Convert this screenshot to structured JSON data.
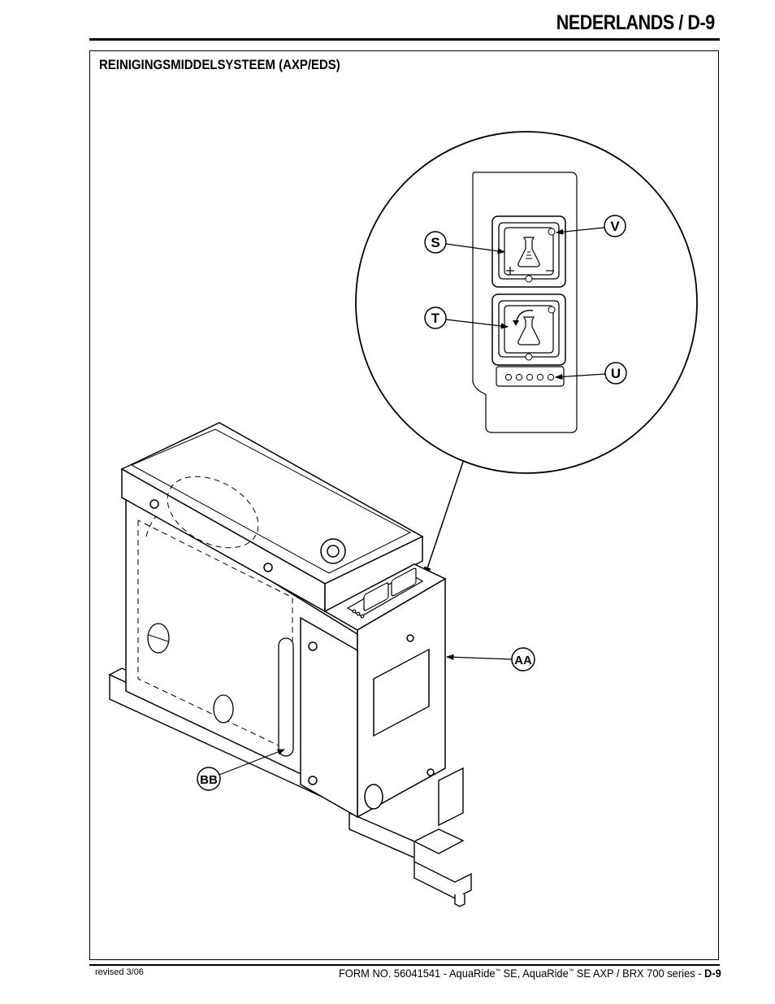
{
  "header": {
    "title": "NEDERLANDS / D-9"
  },
  "section": {
    "title": "REINIGINGSMIDDELSYSTEEM (AXP/EDS)"
  },
  "figure": {
    "callouts": [
      "S",
      "T",
      "U",
      "V",
      "AA",
      "BB"
    ]
  },
  "footer": {
    "revised": "revised 3/06",
    "form_prefix": "FORM NO. 56041541 - AquaRide",
    "tm": "™",
    "mid1": " SE, AquaRide",
    "mid2": " SE AXP / BRX 700 series - ",
    "page": "D-9"
  }
}
